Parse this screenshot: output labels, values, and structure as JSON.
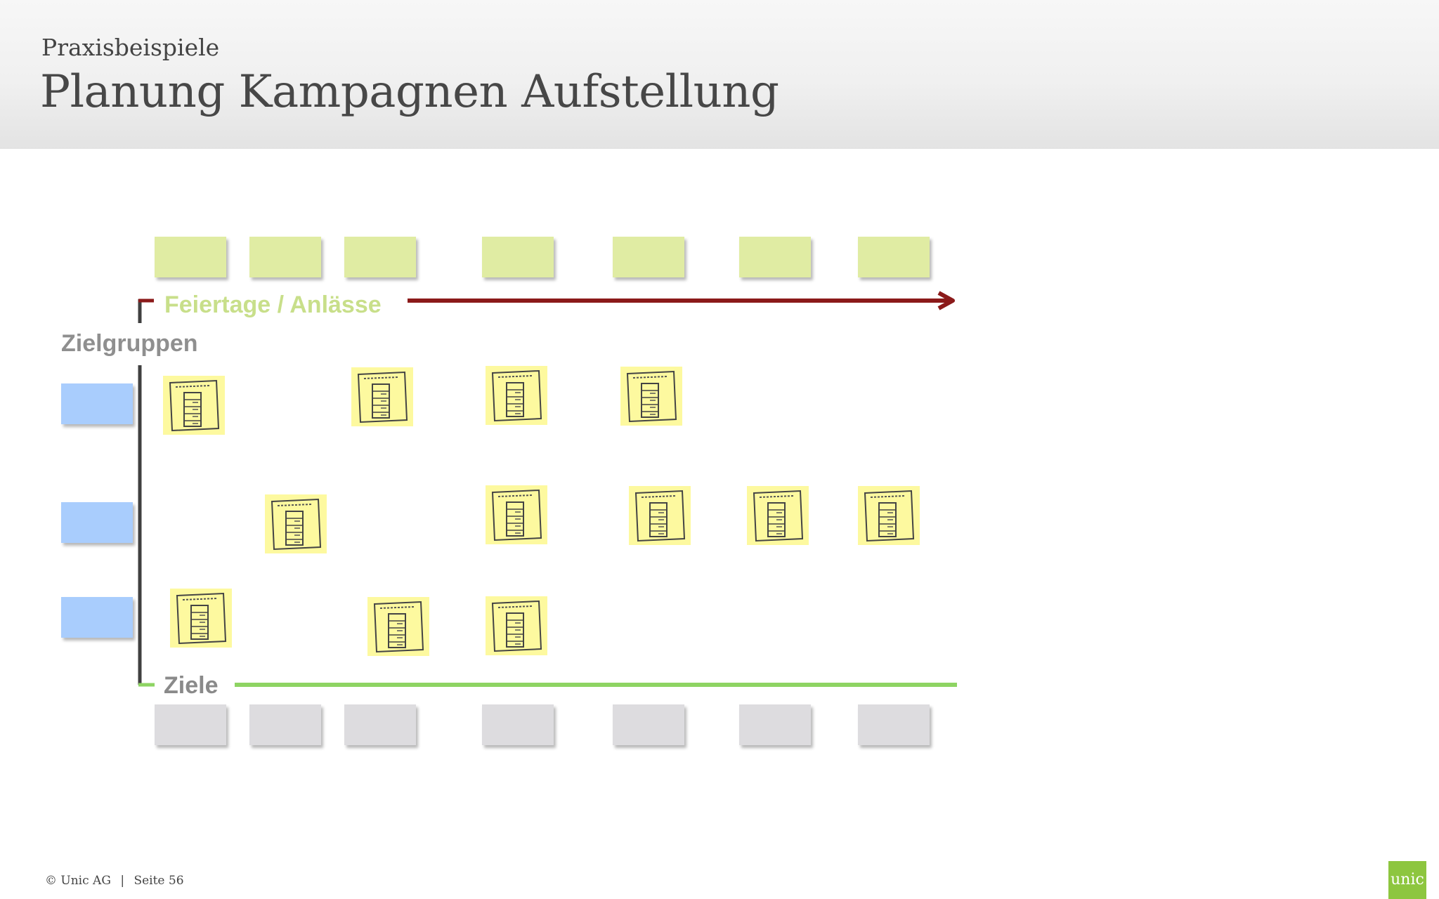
{
  "header": {
    "kicker": "Praxisbeispiele",
    "title": "Planung Kampagnen Aufstellung"
  },
  "diagram": {
    "feiertage_label": "Feiertage / Anlässe",
    "zielgruppen_label": "Zielgruppen",
    "ziele_label": "Ziele",
    "colors": {
      "feiertage_note": "#e0eca3",
      "ziele_note": "#dddcdf",
      "zielgruppe_note": "#a9cdfd",
      "sticky_note": "#fdf99f",
      "timeline_arrow": "#8b1a1a",
      "ziele_line": "#8ed463",
      "axis_line": "#404040"
    },
    "sticky_icon": "newsletter-sketch-icon"
  },
  "footer": {
    "copyright": "© Unic AG",
    "separator": "|",
    "page": "Seite 56"
  },
  "logo": {
    "text": "unic",
    "color": "#8dc63f"
  }
}
